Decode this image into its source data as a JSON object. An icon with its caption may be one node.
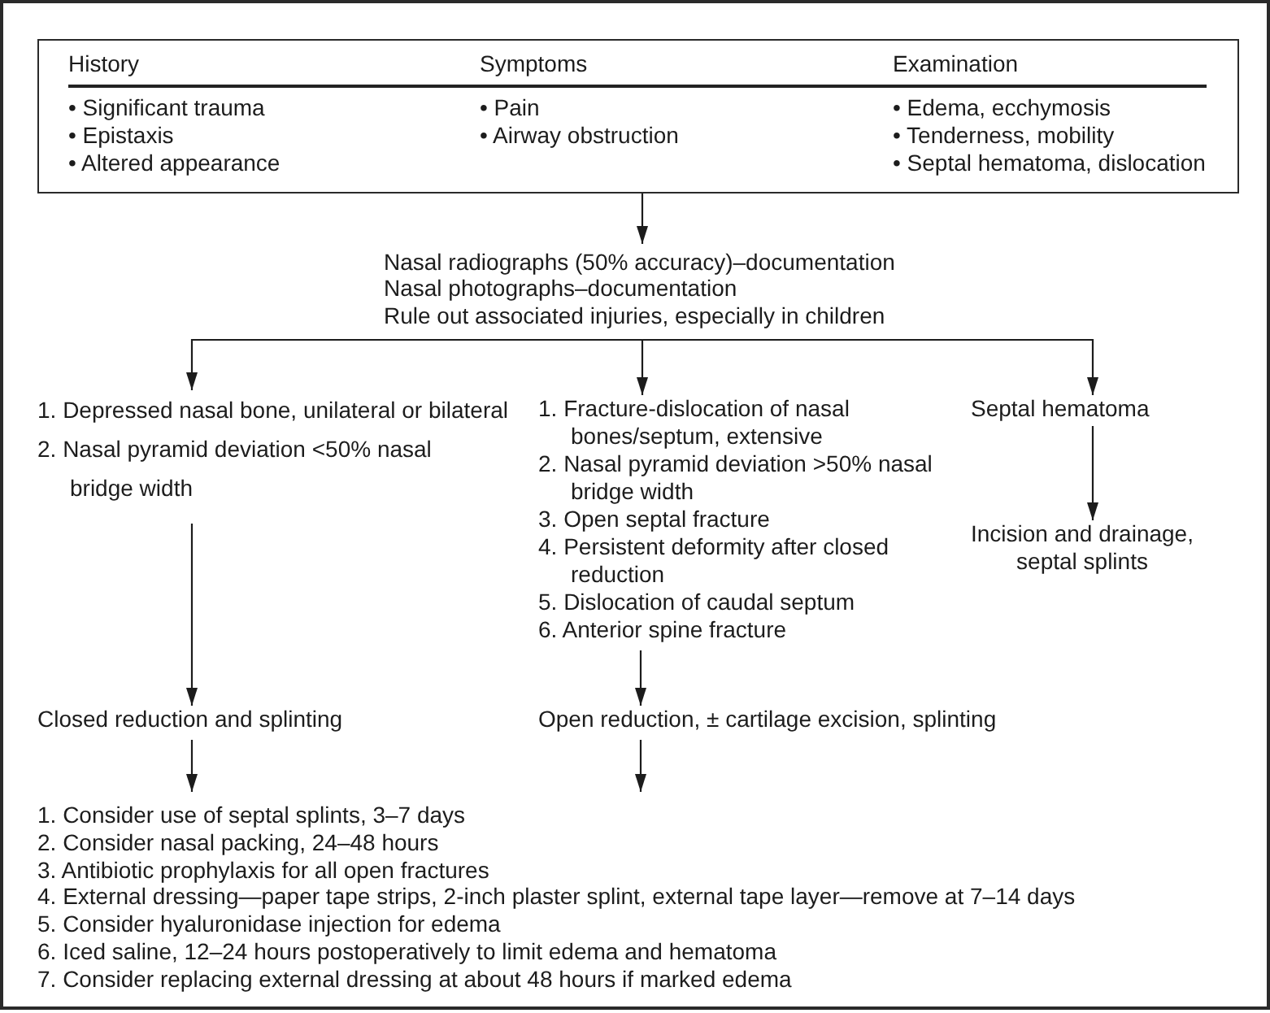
{
  "diagram": {
    "nodes": [
      {
        "text": [
          "History",
          "• Significant trauma",
          "• Epistaxis",
          "• Altered appearance",
          "Symptoms",
          "• Pain",
          "• Airway obstruction",
          "Examination",
          "• Edema, ecchymosis",
          "• Tenderness, mobility",
          "• Septal hematoma, dislocation"
        ]
      },
      {
        "text": [
          "Nasal radiographs (50% accuracy)–documentation",
          "Nasal photographs–documentation",
          "Rule out associated injuries, especially in children"
        ]
      },
      {
        "text": [
          "1. Depressed nasal bone, unilateral or bilateral",
          "2. Nasal pyramid deviation <50% nasal bridge width"
        ]
      },
      {
        "text": [
          "1. Fracture-dislocation of nasal bones/septum, extensive",
          "2. Nasal pyramid deviation >50% nasal bridge width",
          "3. Open septal fracture",
          "4. Persistent deformity after closed reduction",
          "5. Dislocation of caudal septum",
          "6. Anterior spine fracture"
        ]
      },
      {
        "text": [
          "Septal hematoma"
        ]
      },
      {
        "text": [
          "Incision and drainage, septal splints"
        ]
      },
      {
        "text": [
          "Closed reduction and splinting"
        ]
      },
      {
        "text": [
          "Open reduction, ± cartilage excision, splinting"
        ]
      },
      {
        "text": [
          "1. Consider use of septal splints, 3–7 days",
          "2. Consider nasal packing, 24–48 hours",
          "3. Antibiotic prophylaxis for all open fractures",
          "4. External dressing—paper tape strips, 2-inch plaster splint, external tape layer—remove at 7–14 days",
          "5. Consider hyaluronidase injection for edema",
          "6. Iced saline, 12–24 hours postoperatively to limit edema and hematoma",
          "7. Consider replacing external dressing at about 48 hours if marked edema"
        ]
      }
    ],
    "edges": [
      {
        "from": 0,
        "to": 1,
        "arrow": "to"
      },
      {
        "from": 1,
        "to": 2,
        "arrow": "to"
      },
      {
        "from": 1,
        "to": 3,
        "arrow": "to"
      },
      {
        "from": 1,
        "to": 4,
        "arrow": "to"
      },
      {
        "from": 2,
        "to": 6,
        "arrow": "to"
      },
      {
        "from": 3,
        "to": 7,
        "arrow": "to"
      },
      {
        "from": 4,
        "to": 5,
        "arrow": "to"
      },
      {
        "from": 6,
        "to": 8,
        "arrow": "to"
      },
      {
        "from": 7,
        "to": 8,
        "arrow": "to"
      }
    ]
  }
}
